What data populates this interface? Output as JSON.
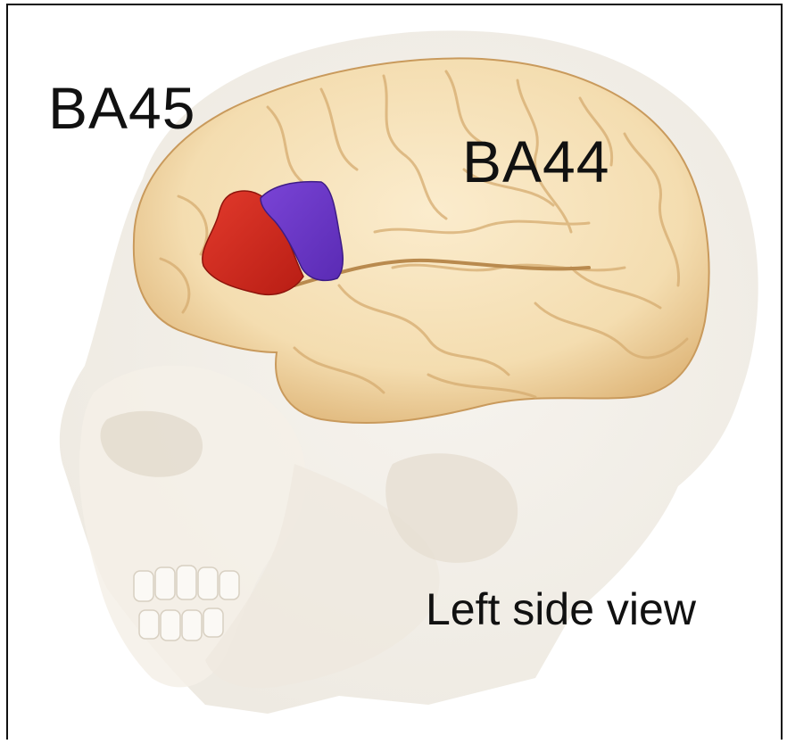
{
  "labels": {
    "ba45": "BA45",
    "ba44": "BA44",
    "view": "Left side view"
  },
  "colors": {
    "ba45_region": "#d42a1e",
    "ba44_region": "#6a36c8",
    "cortex": "#f4ddb0",
    "head": "#ece7dc",
    "skull": "#f1ede4"
  }
}
